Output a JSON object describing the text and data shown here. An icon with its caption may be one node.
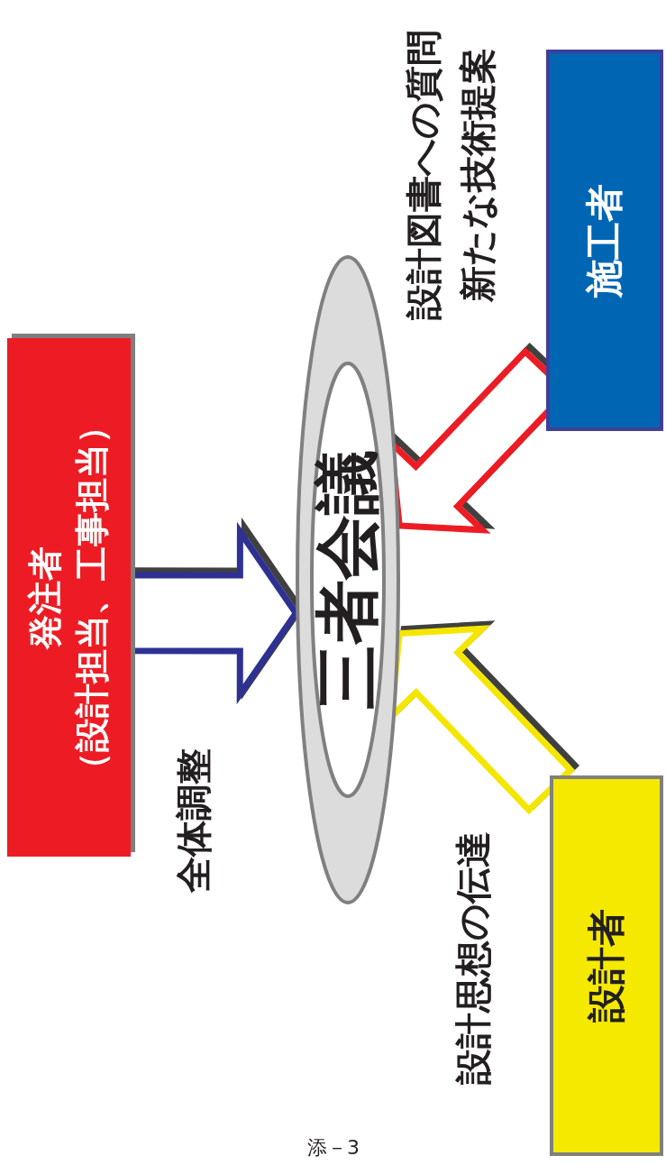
{
  "diagram": {
    "nodes": [
      {
        "text": [
          "発注者",
          "（設計担当、工事担当）"
        ]
      },
      {
        "text": [
          "三者会議"
        ]
      },
      {
        "text": [
          "施工者"
        ]
      },
      {
        "text": [
          "設計者"
        ]
      }
    ],
    "edges": [
      {
        "from": 0,
        "to": 1,
        "arrow": "to",
        "label": "全体調整",
        "color": "#2e3192"
      },
      {
        "from": 2,
        "to": 1,
        "arrow": "to",
        "label": "設計図書への質問新たな技術提案",
        "color": "#ed1c24"
      },
      {
        "from": 3,
        "to": 1,
        "arrow": "to",
        "label": "設計思想の伝達",
        "color": "#f5e600"
      }
    ],
    "labels": [
      "添－3"
    ]
  }
}
